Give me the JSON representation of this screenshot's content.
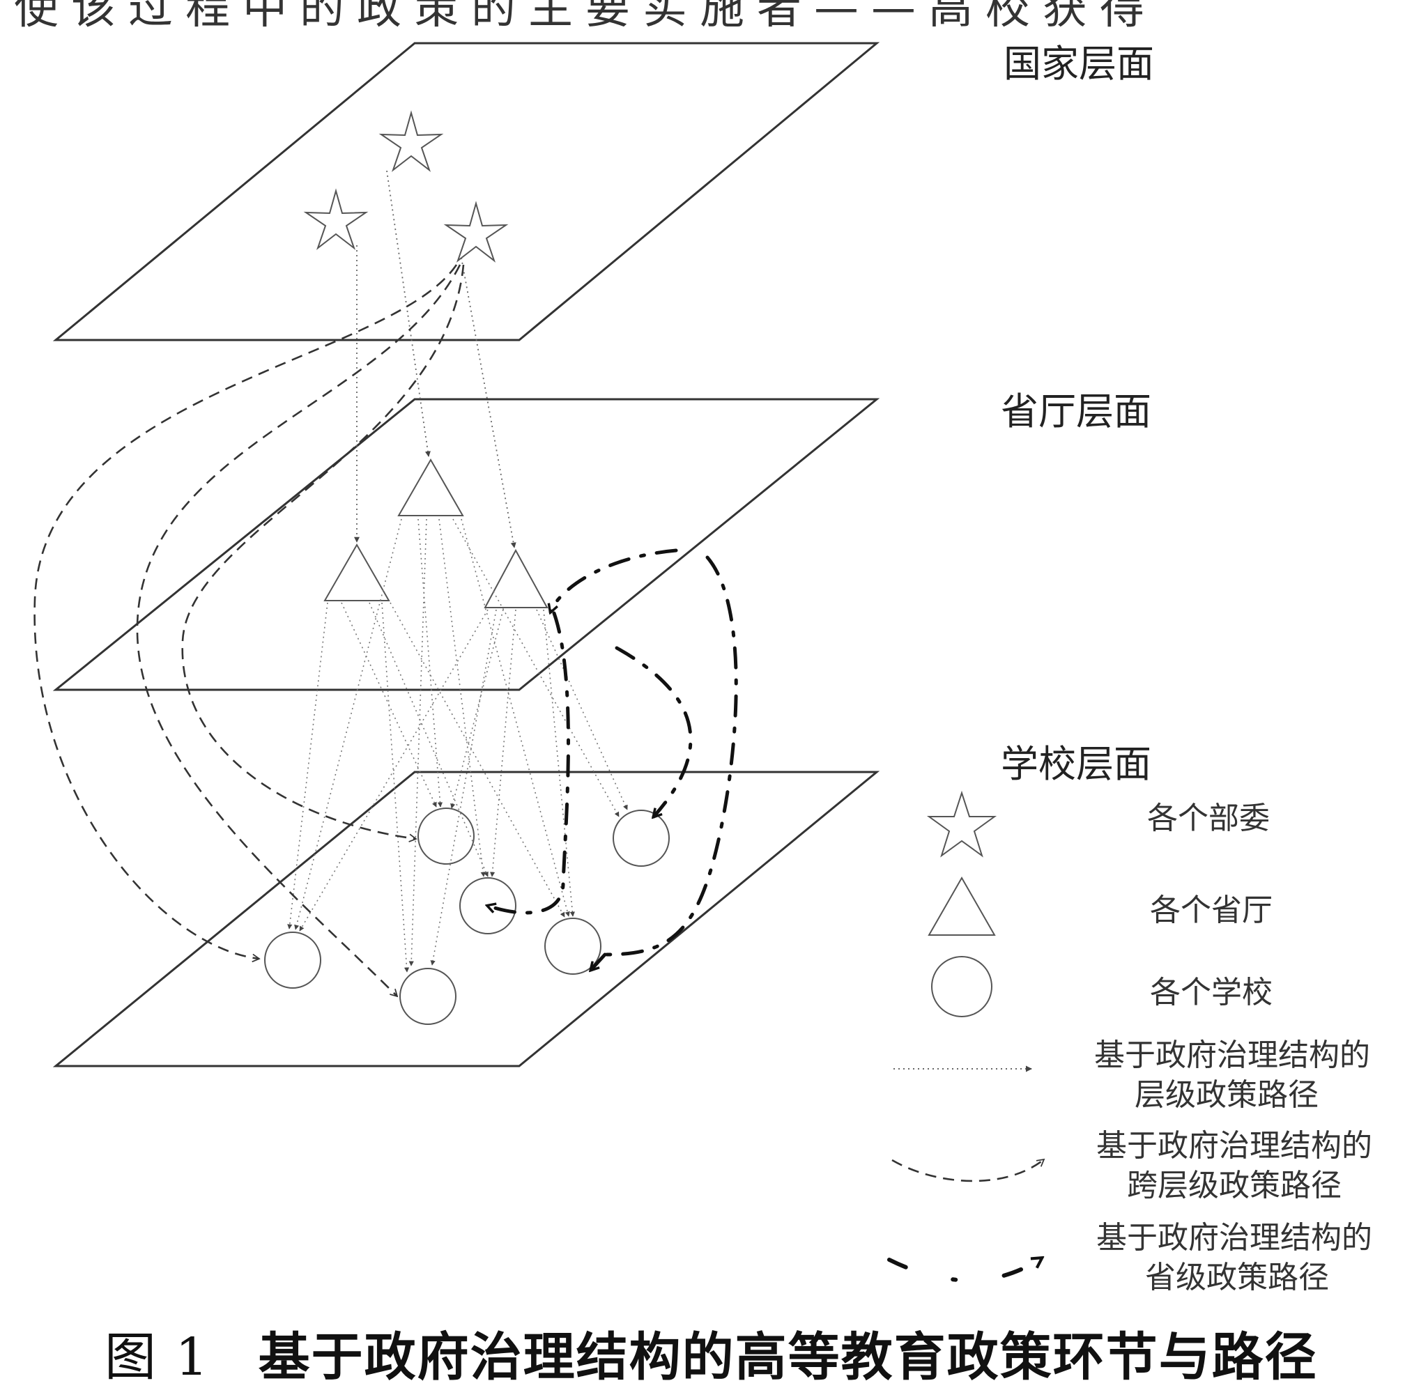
{
  "top_text": "使该过程中的政策的主要实施者——高校获得",
  "layers": {
    "national": "国家层面",
    "provincial": "省厅层面",
    "school": "学校层面"
  },
  "legend": {
    "ministries": "各个部委",
    "departments": "各个省厅",
    "schools": "各个学校",
    "hierarchical_path": [
      "基于政府治理结构的",
      "层级政策路径"
    ],
    "cross_level_path": [
      "基于政府治理结构的",
      "跨层级政策路径"
    ],
    "provincial_path": [
      "基于政府治理结构的",
      "省级政策路径"
    ]
  },
  "caption": {
    "number": "图 1",
    "title": "基于政府治理结构的高等教育政策环节与路径"
  }
}
